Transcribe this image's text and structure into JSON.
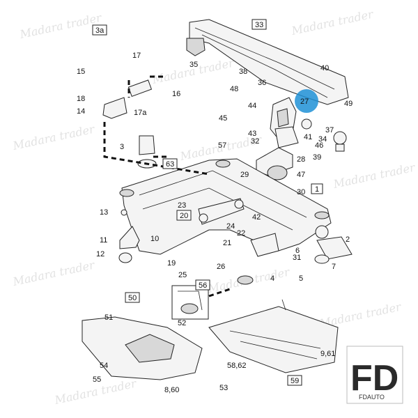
{
  "watermark": {
    "text": "Madara trader"
  },
  "logo": {
    "mark": "FD",
    "caption": "FDAUTO"
  },
  "highlight": {
    "label": "27",
    "color": "#1e90d6"
  },
  "boxed_labels": [
    "3a",
    "33",
    "63",
    "1",
    "20",
    "56",
    "50",
    "59"
  ],
  "labels": [
    "15",
    "18",
    "14",
    "17",
    "16",
    "17a",
    "35",
    "38",
    "36",
    "37",
    "48",
    "44",
    "45",
    "40",
    "49",
    "41",
    "34",
    "32",
    "43",
    "46",
    "57",
    "28",
    "29",
    "47",
    "30",
    "39",
    "23",
    "42",
    "22",
    "24",
    "21",
    "12",
    "13",
    "11",
    "10",
    "2",
    "6",
    "7",
    "19",
    "26",
    "31",
    "25",
    "3",
    "4",
    "5",
    "52",
    "51",
    "53",
    "54",
    "55",
    "8,60",
    "58,62",
    "9,61"
  ]
}
